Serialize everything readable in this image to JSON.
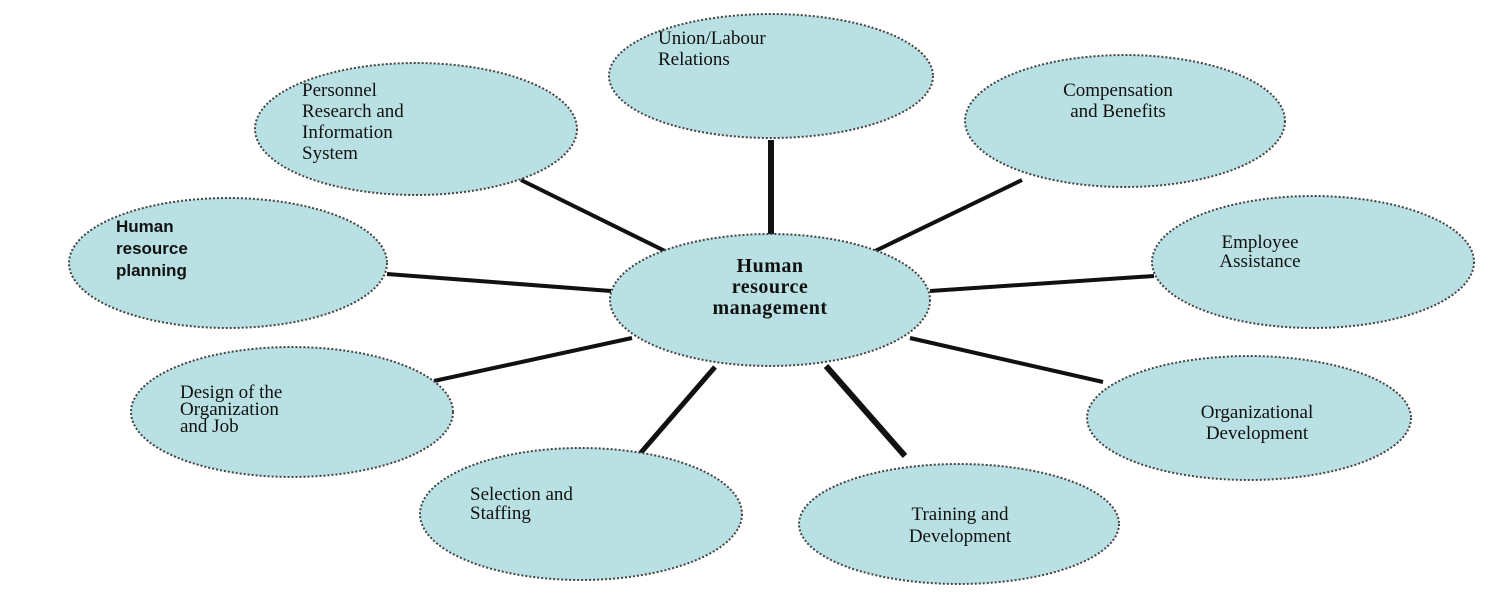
{
  "center": {
    "lines": [
      "Human",
      "resource",
      "management"
    ]
  },
  "nodes": [
    {
      "id": "union-labour-relations",
      "lines": [
        "Union/Labour",
        "Relations"
      ]
    },
    {
      "id": "compensation-and-benefits",
      "lines": [
        "Compensation",
        "and Benefits"
      ]
    },
    {
      "id": "employee-assistance",
      "lines": [
        "Employee",
        "Assistance"
      ]
    },
    {
      "id": "organizational-development",
      "lines": [
        "Organizational",
        "Development"
      ]
    },
    {
      "id": "training-and-development",
      "lines": [
        "Training and",
        "Development"
      ]
    },
    {
      "id": "selection-and-staffing",
      "lines": [
        "Selection and",
        "Staffing"
      ]
    },
    {
      "id": "design-of-organization-and-job",
      "lines": [
        "Design of the",
        "Organization",
        "and Job"
      ]
    },
    {
      "id": "human-resource-planning",
      "lines": [
        "Human",
        "resource",
        "planning"
      ]
    },
    {
      "id": "personnel-research-and-information-system",
      "lines": [
        "Personnel",
        "Research        and",
        "Information",
        "System"
      ]
    }
  ],
  "colors": {
    "fill": "#b9e0e3",
    "stroke": "#444444",
    "line": "#111111"
  }
}
